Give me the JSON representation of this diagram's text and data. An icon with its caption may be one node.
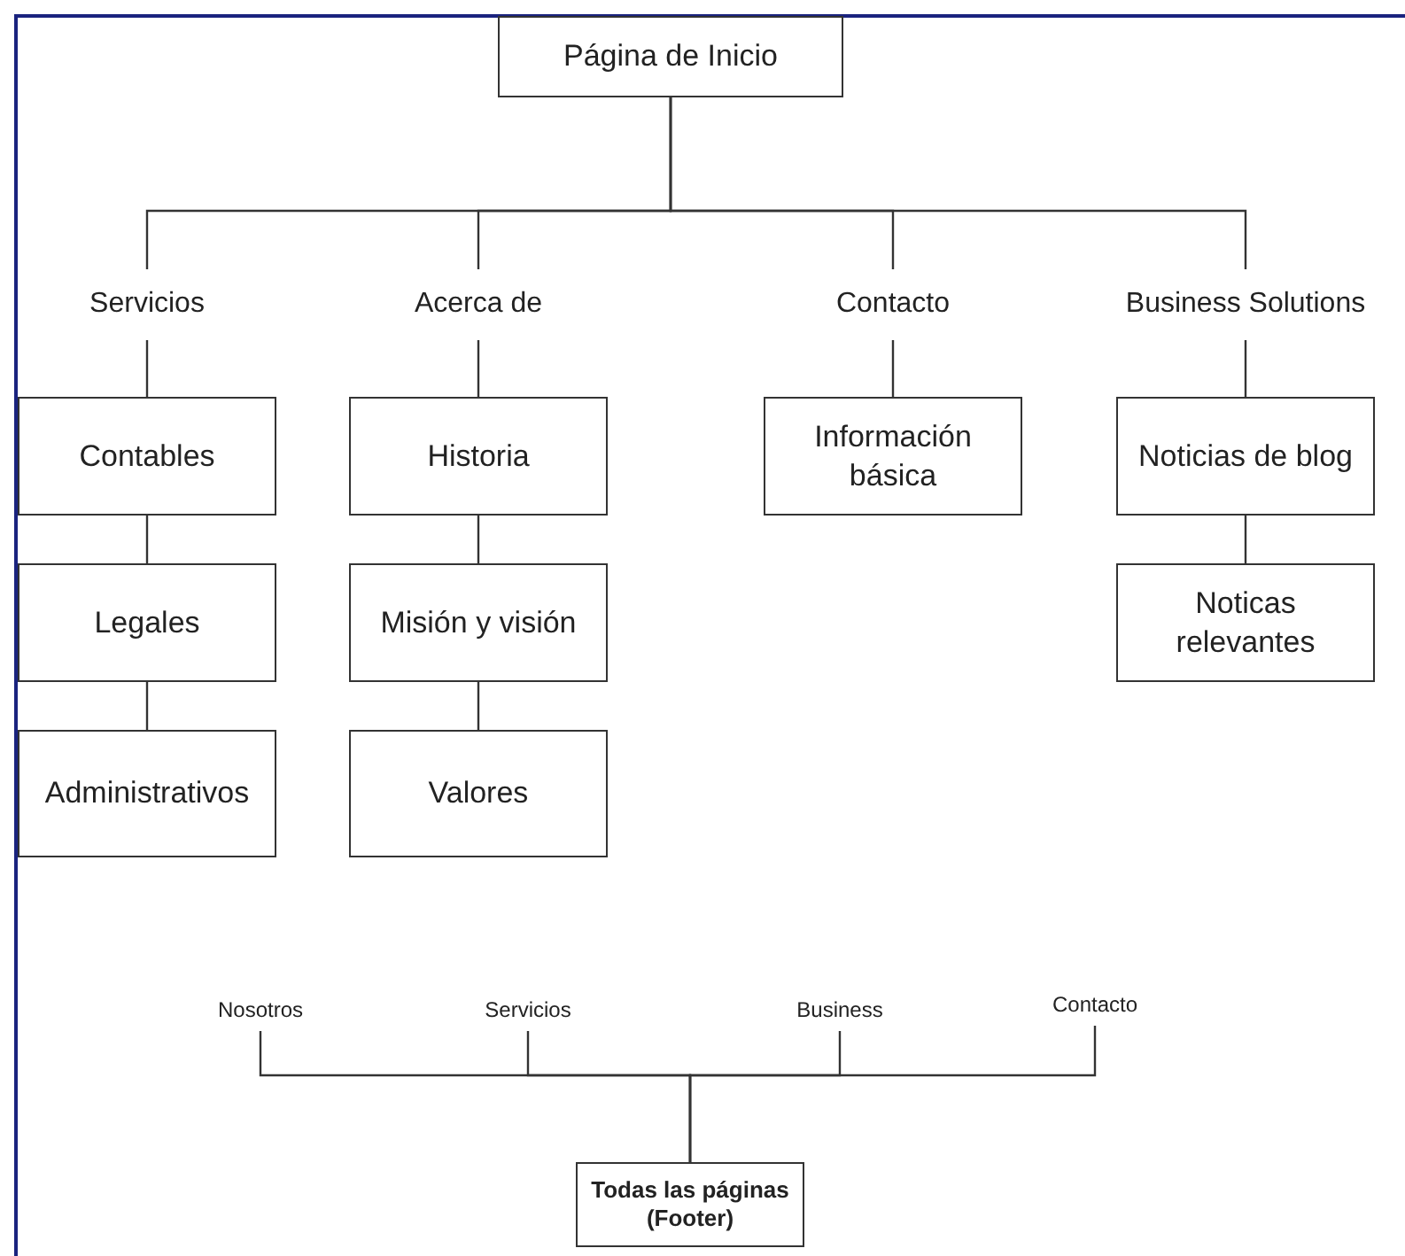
{
  "diagram": {
    "nodes": [
      {
        "text": [
          "Página de Inicio"
        ]
      },
      {
        "text": [
          "Servicios"
        ]
      },
      {
        "text": [
          "Acerca de"
        ]
      },
      {
        "text": [
          "Contacto"
        ]
      },
      {
        "text": [
          "Business Solutions"
        ]
      },
      {
        "text": [
          "Contables"
        ]
      },
      {
        "text": [
          "Legales"
        ]
      },
      {
        "text": [
          "Administrativos"
        ]
      },
      {
        "text": [
          "Historia"
        ]
      },
      {
        "text": [
          "Misión y visión"
        ]
      },
      {
        "text": [
          "Valores"
        ]
      },
      {
        "text": [
          "Información básica"
        ]
      },
      {
        "text": [
          "Noticias de blog"
        ]
      },
      {
        "text": [
          "Noticas relevantes"
        ]
      },
      {
        "text": [
          "Nosotros"
        ]
      },
      {
        "text": [
          "Servicios"
        ]
      },
      {
        "text": [
          "Business"
        ]
      },
      {
        "text": [
          "Contacto"
        ]
      },
      {
        "text": [
          "Todas las páginas (Footer)"
        ]
      }
    ],
    "edges": [
      {
        "from": 0,
        "to": 1,
        "arrow": "none"
      },
      {
        "from": 0,
        "to": 2,
        "arrow": "none"
      },
      {
        "from": 0,
        "to": 3,
        "arrow": "none"
      },
      {
        "from": 0,
        "to": 4,
        "arrow": "none"
      },
      {
        "from": 1,
        "to": 5,
        "arrow": "none"
      },
      {
        "from": 5,
        "to": 6,
        "arrow": "none"
      },
      {
        "from": 6,
        "to": 7,
        "arrow": "none"
      },
      {
        "from": 2,
        "to": 8,
        "arrow": "none"
      },
      {
        "from": 8,
        "to": 9,
        "arrow": "none"
      },
      {
        "from": 9,
        "to": 10,
        "arrow": "none"
      },
      {
        "from": 3,
        "to": 11,
        "arrow": "none"
      },
      {
        "from": 4,
        "to": 12,
        "arrow": "none"
      },
      {
        "from": 12,
        "to": 13,
        "arrow": "none"
      },
      {
        "from": 14,
        "to": 18,
        "arrow": "none"
      },
      {
        "from": 15,
        "to": 18,
        "arrow": "none"
      },
      {
        "from": 16,
        "to": 18,
        "arrow": "none"
      },
      {
        "from": 17,
        "to": 18,
        "arrow": "none"
      }
    ]
  }
}
